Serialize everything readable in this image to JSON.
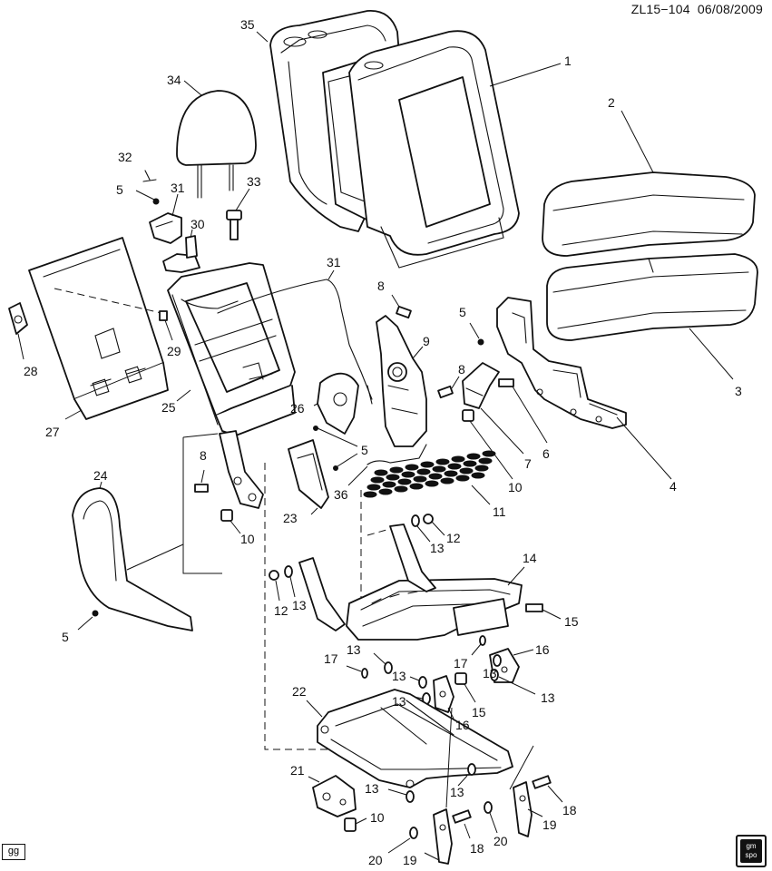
{
  "header": {
    "diagram_id": "ZL15−104",
    "date": "06/08/2009"
  },
  "corner_tag": "gg",
  "logo": {
    "line1": "gm",
    "line2": "spo"
  },
  "callouts": [
    "1",
    "2",
    "3",
    "4",
    "5",
    "5",
    "5",
    "5",
    "6",
    "7",
    "8",
    "8",
    "8",
    "9",
    "10",
    "10",
    "10",
    "11",
    "12",
    "12",
    "13",
    "13",
    "13",
    "13",
    "13",
    "13",
    "13",
    "13",
    "13",
    "14",
    "15",
    "15",
    "16",
    "16",
    "17",
    "17",
    "18",
    "18",
    "19",
    "19",
    "20",
    "20",
    "21",
    "22",
    "23",
    "24",
    "25",
    "26",
    "27",
    "28",
    "29",
    "30",
    "31",
    "31",
    "32",
    "33",
    "34",
    "35",
    "36"
  ]
}
